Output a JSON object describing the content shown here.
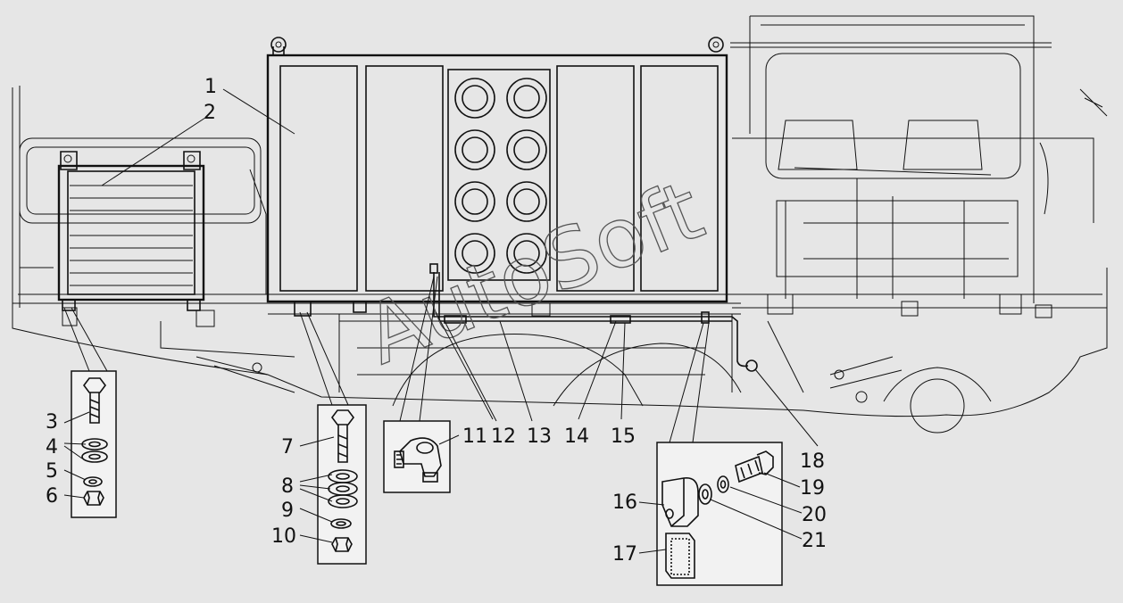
{
  "diagram": {
    "watermark": "AutoSoft",
    "callouts": [
      "1",
      "2",
      "3",
      "4",
      "5",
      "6",
      "7",
      "8",
      "9",
      "10",
      "11",
      "12",
      "13",
      "14",
      "15",
      "16",
      "17",
      "18",
      "19",
      "20",
      "21"
    ]
  }
}
